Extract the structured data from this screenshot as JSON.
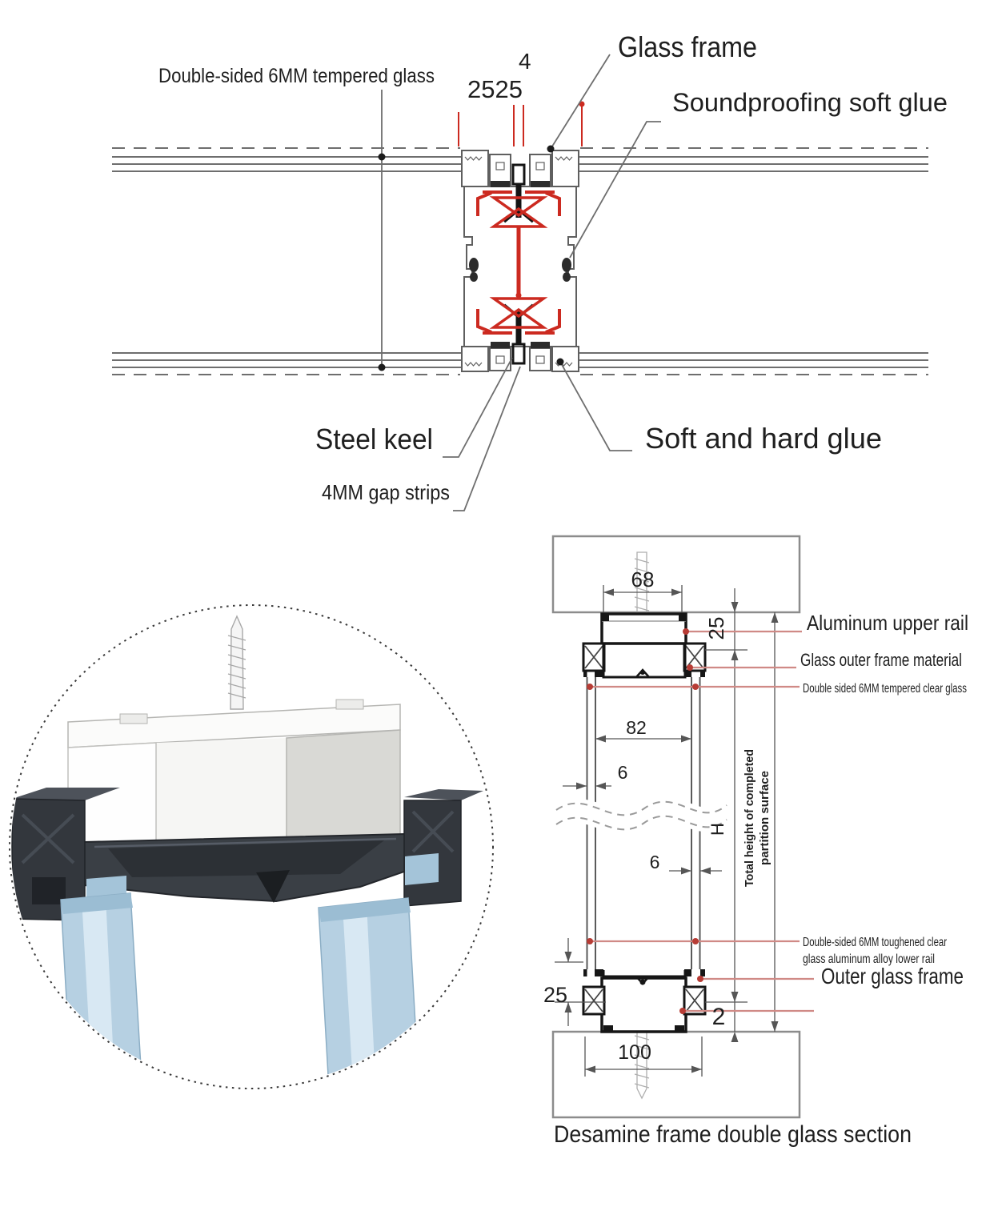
{
  "top": {
    "glass_label": "Double-sided 6MM tempered glass",
    "dim_4": "4",
    "dim_2525": "2525",
    "glass_frame": "Glass frame",
    "soundproofing": "Soundproofing soft glue",
    "steel_keel": "Steel keel",
    "gap_strips": "4MM gap strips",
    "soft_hard_glue": "Soft and hard glue"
  },
  "sec": {
    "dim_68": "68",
    "dim_25_top": "25",
    "dim_82": "82",
    "dim_6_upper": "6",
    "dim_6_lower": "6",
    "dim_h": "H",
    "dim_25_bottom": "25",
    "dim_2": "2",
    "dim_100": "100",
    "label_upper_rail": "Aluminum upper rail",
    "label_outer_frame_material": "Glass outer frame material",
    "label_tempered": "Double sided 6MM tempered clear glass",
    "total_height_1": "Total height of completed",
    "total_height_2": "partition surface",
    "toughened_1": "Double-sided 6MM toughened clear",
    "toughened_2": "glass aluminum alloy lower rail",
    "label_outer_glass_frame": "Outer glass frame",
    "caption": "Desamine frame double glass section"
  },
  "colors": {
    "red": "#cc2a20",
    "pink_leader": "#d08a86",
    "dot_red": "#b73c35",
    "drawing_line": "#6e6e6e",
    "profile_black": "#161616",
    "glass_blue": "#b6d0e2"
  }
}
